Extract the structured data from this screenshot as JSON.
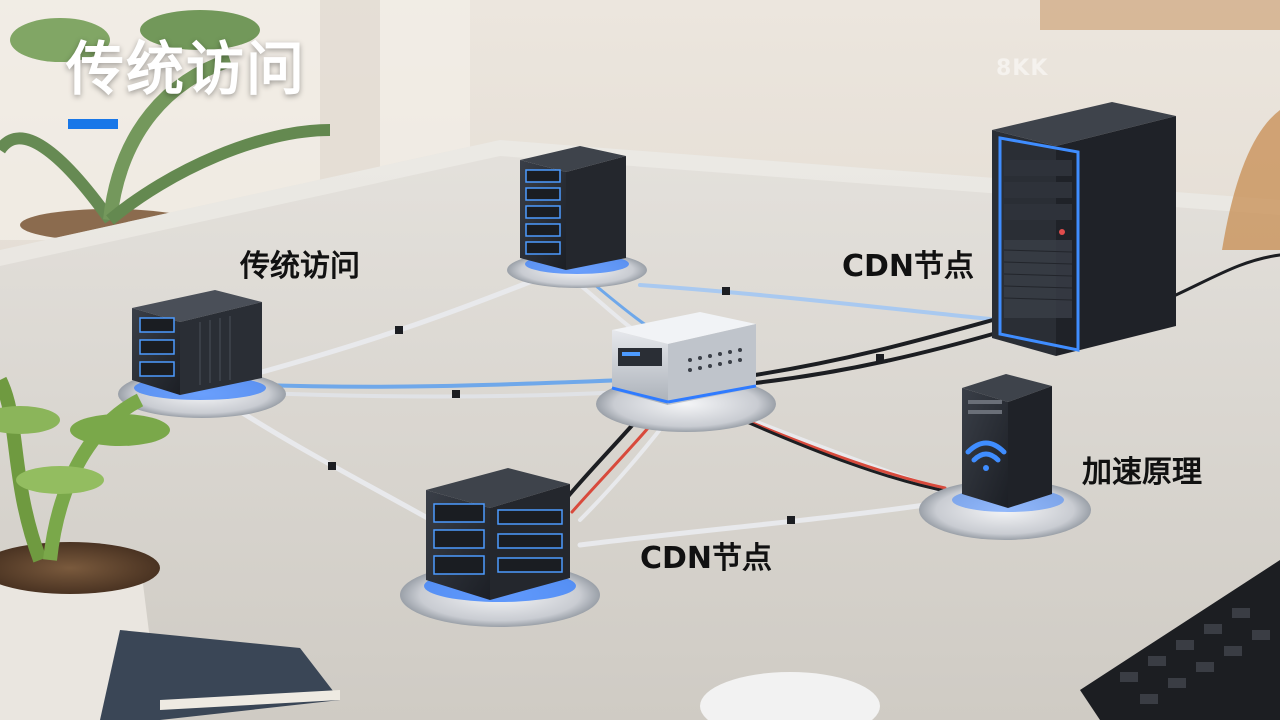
{
  "slide": {
    "title": "传统访问",
    "watermark": "8KK",
    "labels": [
      {
        "text": "传统访问"
      },
      {
        "text": "CDN节点"
      },
      {
        "text": "加速原理"
      },
      {
        "text": "CDN节点"
      }
    ]
  },
  "colors": {
    "accent": "#1877e8",
    "node_glow": "#2f7bff",
    "title_text": "#ffffff",
    "label_text": "#111111"
  },
  "icons": {
    "wifi": "wifi-icon"
  }
}
